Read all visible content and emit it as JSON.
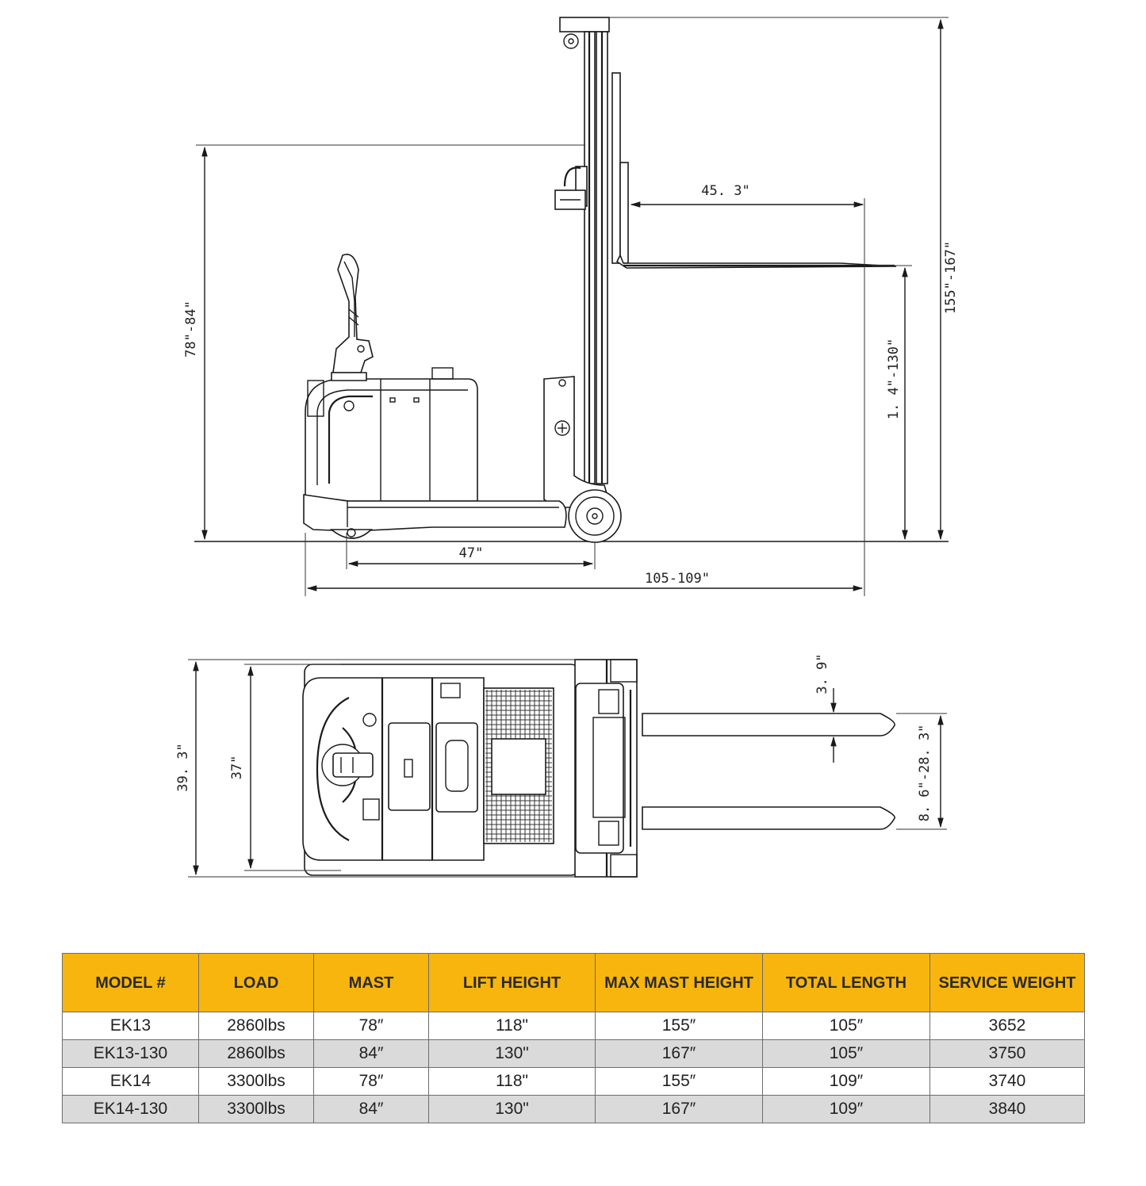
{
  "dimensions": {
    "side_view": {
      "mast_height": "78\"-84\"",
      "load_center": "45. 3\"",
      "lift_height": "1. 4\"-130\"",
      "max_height": "155\"-167\"",
      "wheelbase": "47\"",
      "total_length": "105-109\""
    },
    "top_view": {
      "overall_width": "39. 3\"",
      "body_width": "37\"",
      "fork_width": "3. 9\"",
      "fork_spread": "8. 6\"-28. 3\""
    }
  },
  "table": {
    "headers": [
      "MODEL #",
      "LOAD",
      "MAST",
      "LIFT HEIGHT",
      "MAX MAST HEIGHT",
      "TOTAL LENGTH",
      "SERVICE WEIGHT"
    ],
    "rows": [
      [
        "EK13",
        "2860lbs",
        "78″",
        "118\"",
        "155″",
        "105″",
        "3652"
      ],
      [
        "EK13-130",
        "2860lbs",
        "84″",
        "130\"",
        "167″",
        "105″",
        "3750"
      ],
      [
        "EK14",
        "3300lbs",
        "78″",
        "118\"",
        "155″",
        "109″",
        "3740"
      ],
      [
        "EK14-130",
        "3300lbs",
        "84″",
        "130\"",
        "167″",
        "109″",
        "3840"
      ]
    ],
    "header_color": "#f7b50e",
    "alt_row_color": "#dadada"
  }
}
